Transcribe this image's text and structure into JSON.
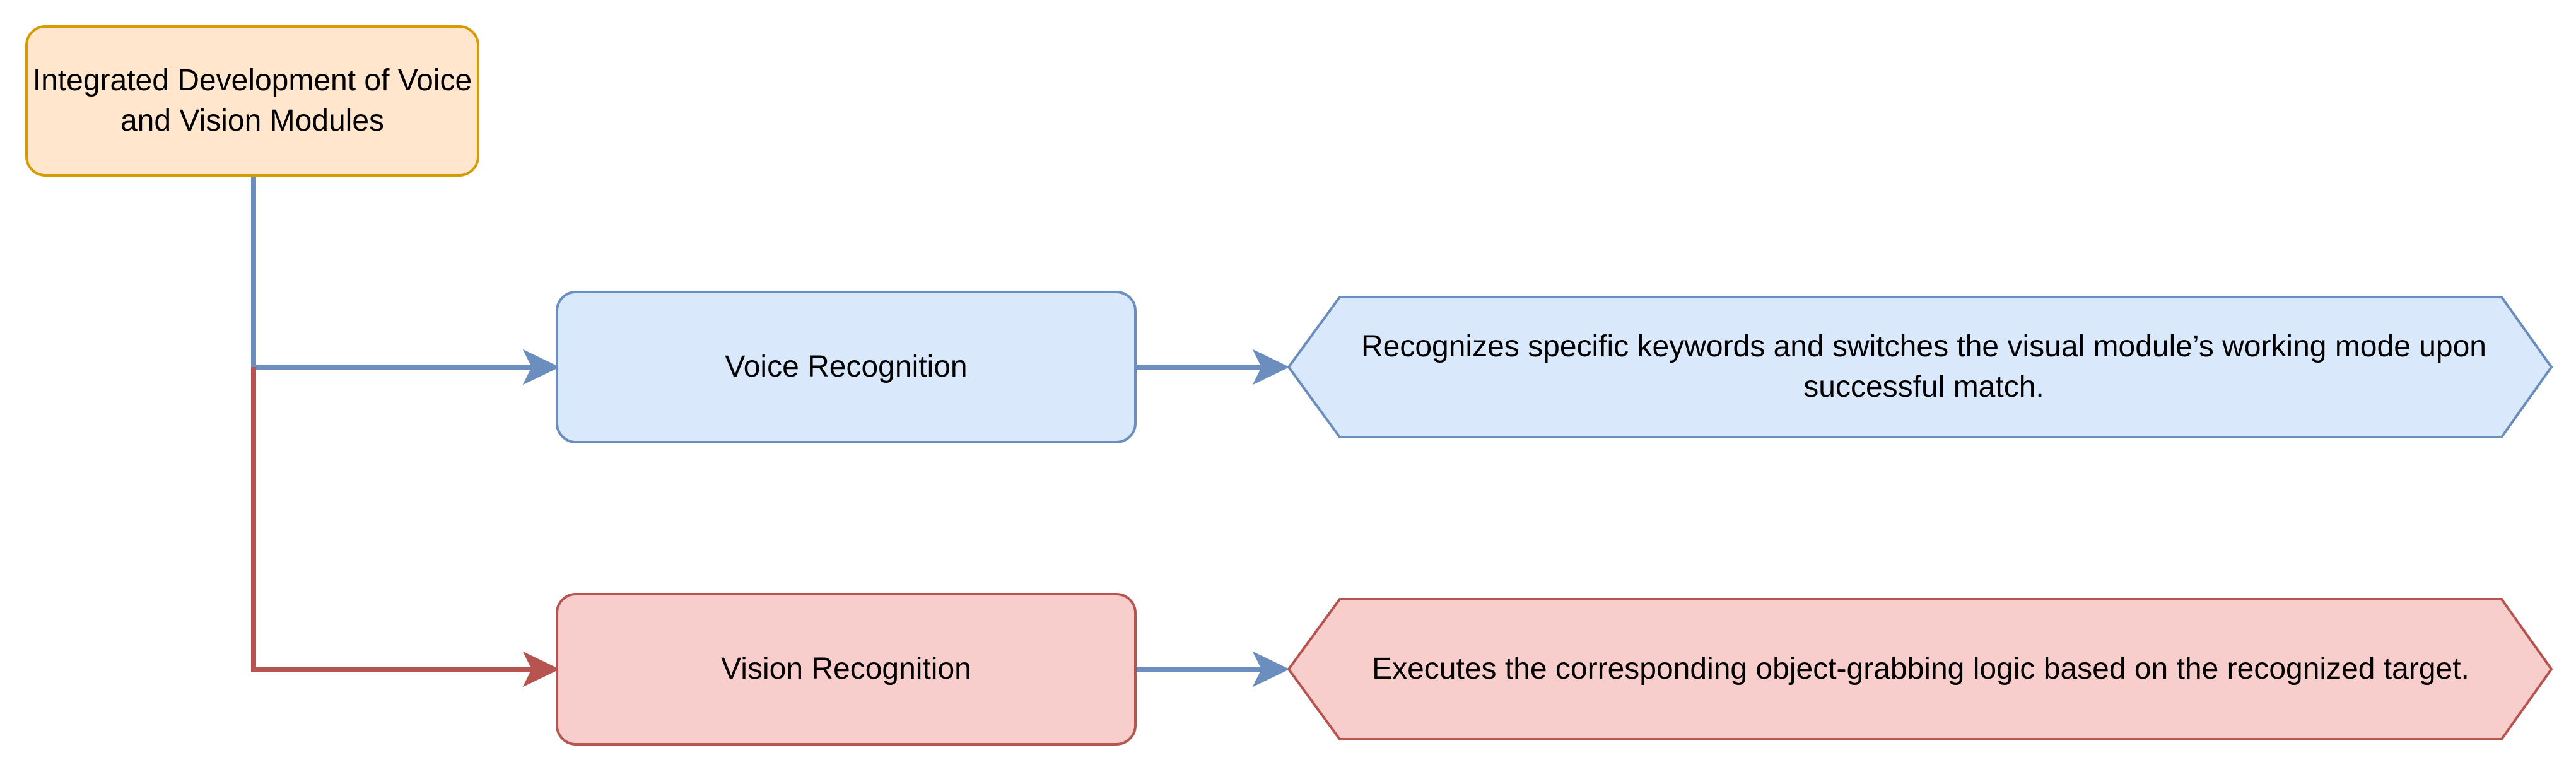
{
  "nodes": {
    "root": {
      "label": "Integrated Development of Voice and Vision Modules"
    },
    "voice": {
      "label": "Voice Recognition"
    },
    "vision": {
      "label": "Vision Recognition"
    },
    "voice_desc": {
      "label": "Recognizes specific keywords and switches the visual module’s working mode upon successful match."
    },
    "vision_desc": {
      "label": "Executes the corresponding object-grabbing logic based on the recognized target."
    }
  },
  "colors": {
    "root_fill": "#ffe6cc",
    "root_stroke": "#d79b00",
    "blue_fill": "#dae8fc",
    "blue_stroke": "#6c8ebf",
    "red_fill": "#f8cecc",
    "red_stroke": "#b85450"
  }
}
